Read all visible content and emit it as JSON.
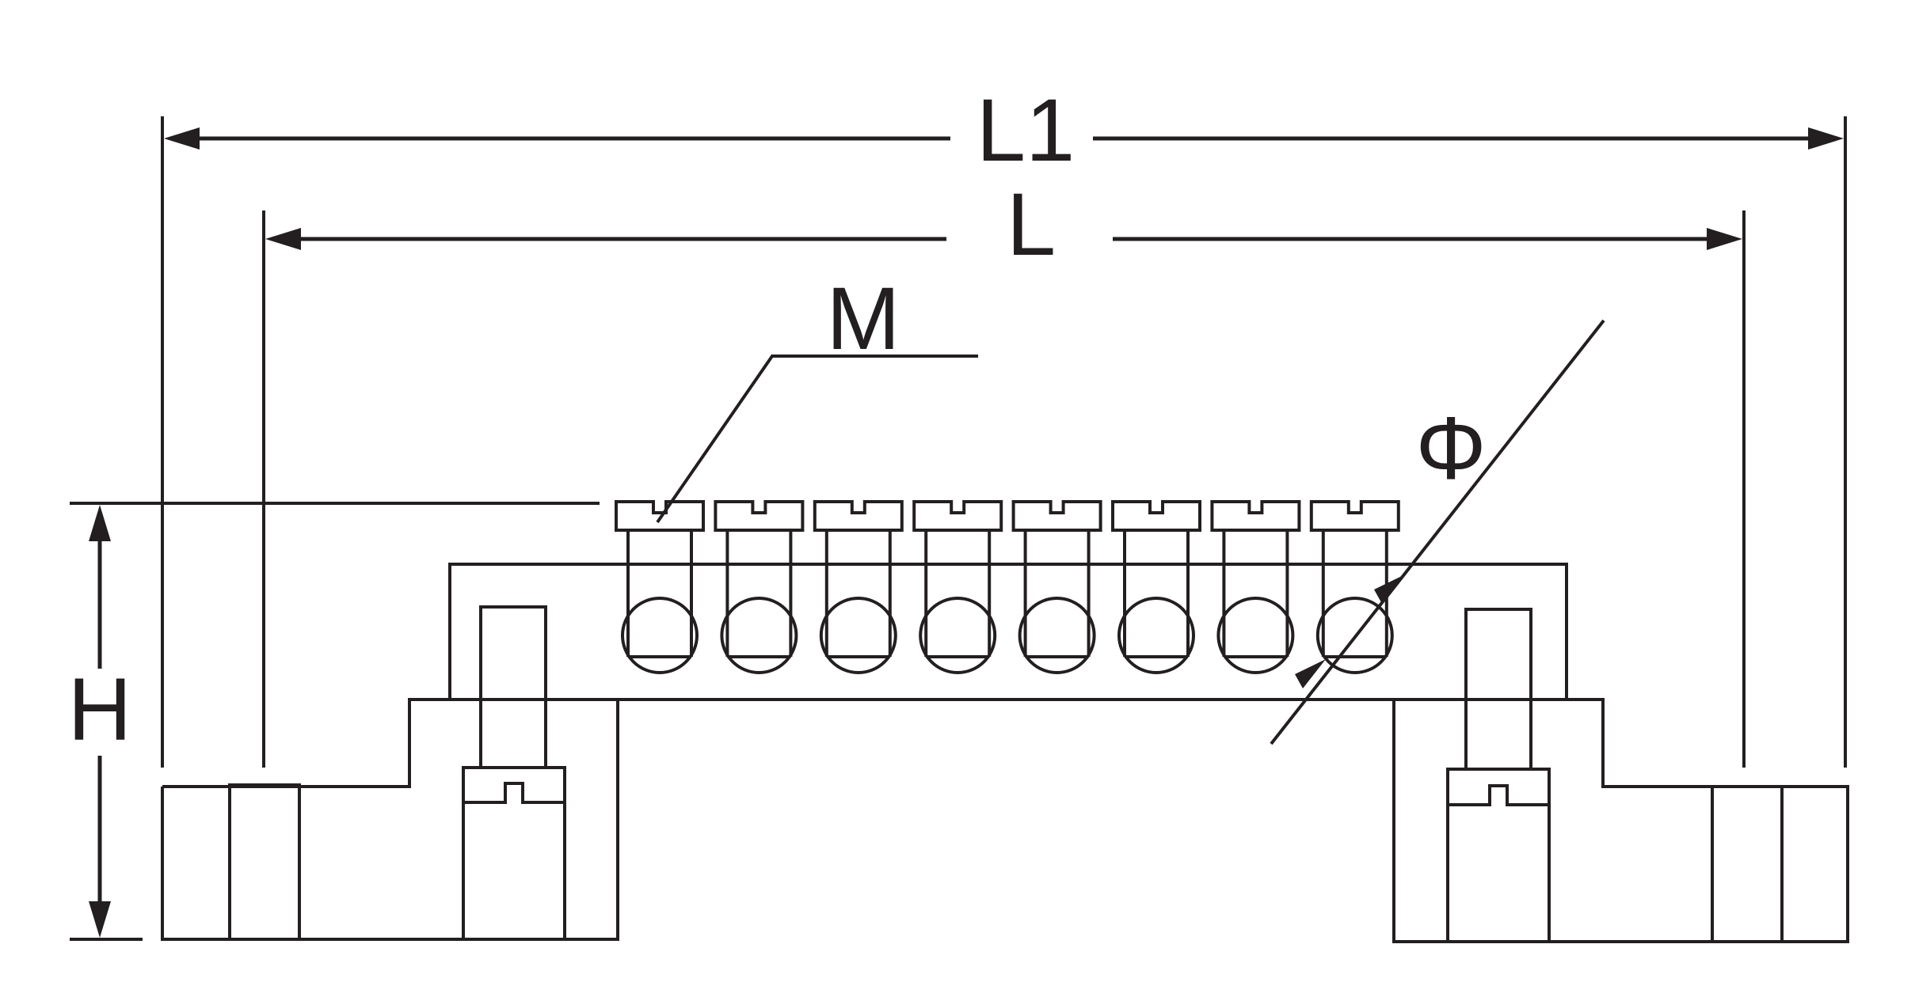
{
  "labels": {
    "l1": "L1",
    "l": "L",
    "m": "M",
    "phi": "Φ",
    "h": "H"
  },
  "screw_count": 8,
  "colors": {
    "line": "#231f20",
    "background": "#ffffff"
  }
}
